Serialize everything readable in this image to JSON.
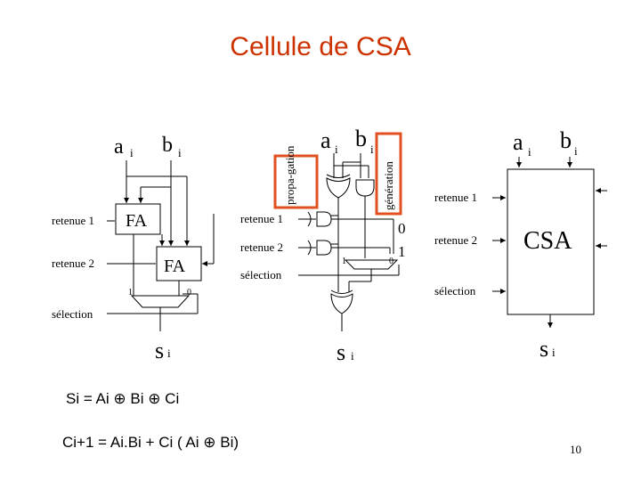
{
  "slide": {
    "title": "Cellule de CSA",
    "equation_1": "Si = Ai ⊕ Bi ⊕ Ci",
    "equation_2": "Ci+1 = Ai.Bi + Ci ( Ai ⊕ Bi)",
    "page_number": "10"
  },
  "fig_left": {
    "a": "a",
    "a_sub": "i",
    "b": "b",
    "b_sub": "i",
    "retenue1": "retenue 1",
    "retenue2": "retenue 2",
    "selection": "sélection",
    "fa1": "FA",
    "fa2": "FA",
    "mux_1": "1",
    "mux_0": "0",
    "s": "s",
    "s_sub": "i"
  },
  "fig_middle": {
    "a": "a",
    "a_sub": "i",
    "b": "b",
    "b_sub": "i",
    "propagation": "propa-gation",
    "generation": "génération",
    "retenue1": "retenue 1",
    "retenue2": "retenue 2",
    "selection": "sélection",
    "const_0": "0",
    "const_1": "1",
    "mux_1": "1",
    "mux_0": "0",
    "s": "s",
    "s_sub": "i",
    "highlight_color": "#e05020"
  },
  "fig_right": {
    "a": "a",
    "a_sub": "i",
    "b": "b",
    "b_sub": "i",
    "retenue1": "retenue 1",
    "retenue2": "retenue 2",
    "selection": "sélection",
    "block": "CSA",
    "s": "s",
    "s_sub": "i"
  }
}
